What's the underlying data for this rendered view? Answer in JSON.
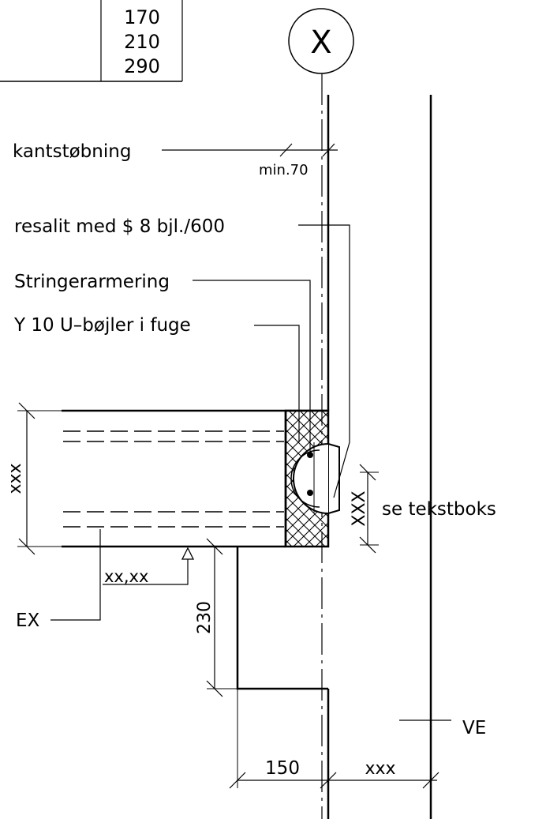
{
  "table": {
    "values": [
      "170",
      "210",
      "290"
    ]
  },
  "grid_marker": "X",
  "labels": {
    "kantstobning": "kantstøbning",
    "min70": "min.70",
    "resalit": "resalit med $ 8 bjl./600",
    "stringer": "Stringerarmering",
    "ubojler": "Y 10 U–bøjler i fuge",
    "se_tekstboks": "se tekstboks",
    "ex": "EX",
    "level": "xx,xx",
    "ve": "VE"
  },
  "dimensions": {
    "left_height": "xxx",
    "recess": "XXX",
    "step": "230",
    "width_150": "150",
    "right_gap": "xxx"
  }
}
